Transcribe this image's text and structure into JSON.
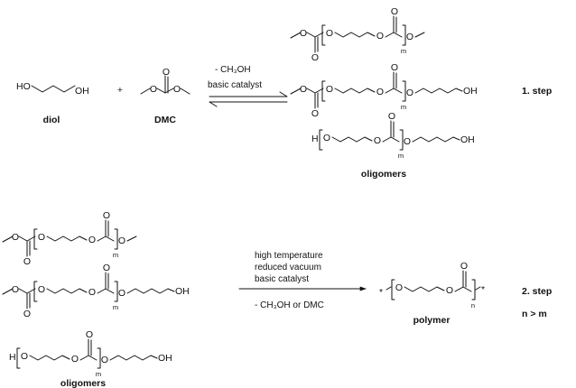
{
  "atoms": {
    "O": "O",
    "OH": "OH",
    "HO": "HO",
    "H": "H",
    "star": "*"
  },
  "repeat_index": {
    "m": "m",
    "n": "n"
  },
  "step1": {
    "reactant_diol_label": "diol",
    "reactant_dmc_label": "DMC",
    "plus": "+",
    "conditions": [
      "- CH₃OH",
      "basic catalyst"
    ],
    "product_label": "oligomers",
    "step_label": "1. step"
  },
  "step2": {
    "reactant_label": "oligomers",
    "conditions_above": [
      "high temperature",
      "reduced vacuum",
      "basic catalyst"
    ],
    "conditions_below": [
      "- CH₃OH or DMC"
    ],
    "product_label": "polymer",
    "step_label": "2. step",
    "relation": "n > m"
  }
}
